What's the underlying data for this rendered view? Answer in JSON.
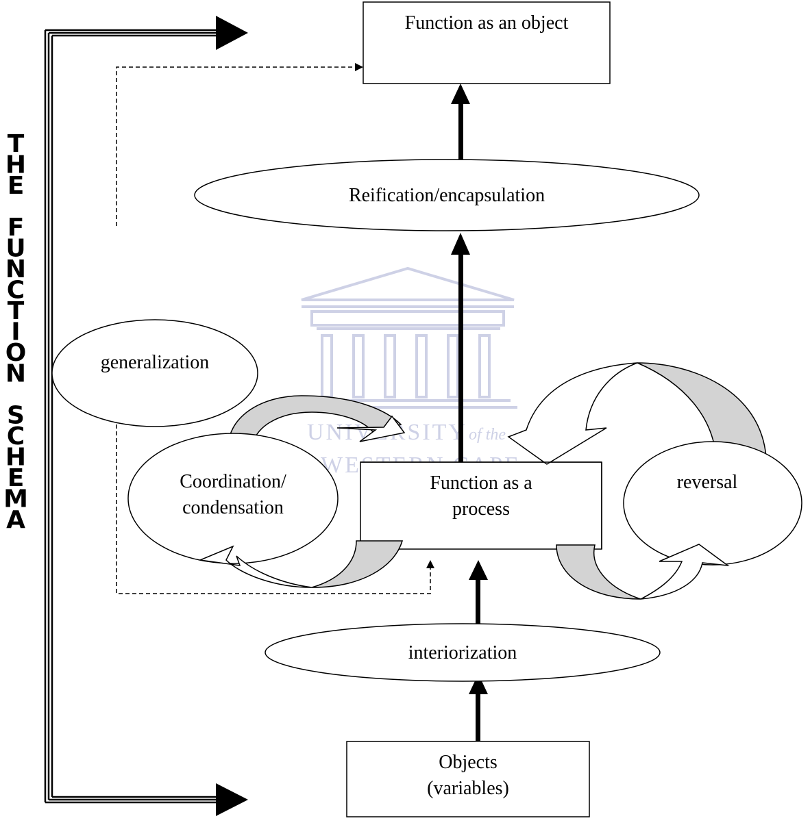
{
  "diagram": {
    "side_title": "THE FUNCTION SCHEMA",
    "nodes": {
      "object_box": "Function as an object",
      "reification": "Reification/encapsulation",
      "generalization": "generalization",
      "coordination_line1": "Coordination/",
      "coordination_line2": "condensation",
      "process_line1": "Function as a",
      "process_line2": "process",
      "reversal": "reversal",
      "interiorization": "interiorization",
      "objects_line1": "Objects",
      "objects_line2": "(variables)"
    },
    "watermark": {
      "line1": "UNIVERSITY",
      "line1_suffix": "of the",
      "line2": "WESTERN CAPE"
    }
  },
  "colors": {
    "stroke": "#000000",
    "arrow_fill_gray": "#d3d3d3",
    "watermark": "#c9cde4"
  }
}
